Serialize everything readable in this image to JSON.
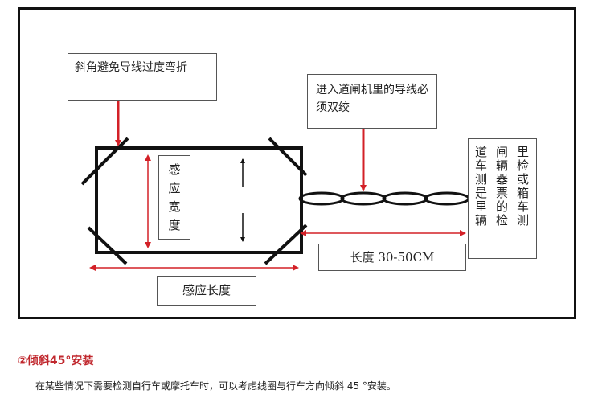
{
  "diagram": {
    "callout_corner": "斜角避免导线过度弯折",
    "callout_twisted": "进入道闸机里的导线必须双绞",
    "label_sensing_width": [
      "感",
      "应",
      "宽",
      "度"
    ],
    "label_sensing_length": "感应长度",
    "label_distance": "长度 30-50CM",
    "detection_note_columns": [
      "道车测是里辆",
      "闸辆器票的检",
      "里检或箱车测"
    ],
    "colors": {
      "arrow_red": "#d32027",
      "outline": "#111111"
    }
  },
  "section": {
    "heading": "②倾斜45°安装",
    "body": "在某些情况下需要检测自行车或摩托车时，可以考虑线圈与行车方向倾斜 45 °安装。"
  }
}
